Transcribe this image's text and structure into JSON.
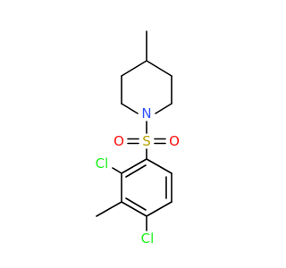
{
  "molecule": {
    "atoms": {
      "n": "N",
      "s": "S",
      "o_left": "O",
      "o_right": "O",
      "cl_top": "Cl",
      "cl_bottom": "Cl"
    },
    "colors": {
      "bond": "#000000",
      "nitrogen": "#3050F8",
      "sulfur": "#B8A000",
      "oxygen": "#FF0D0D",
      "chlorine": "#1FF01F"
    }
  }
}
